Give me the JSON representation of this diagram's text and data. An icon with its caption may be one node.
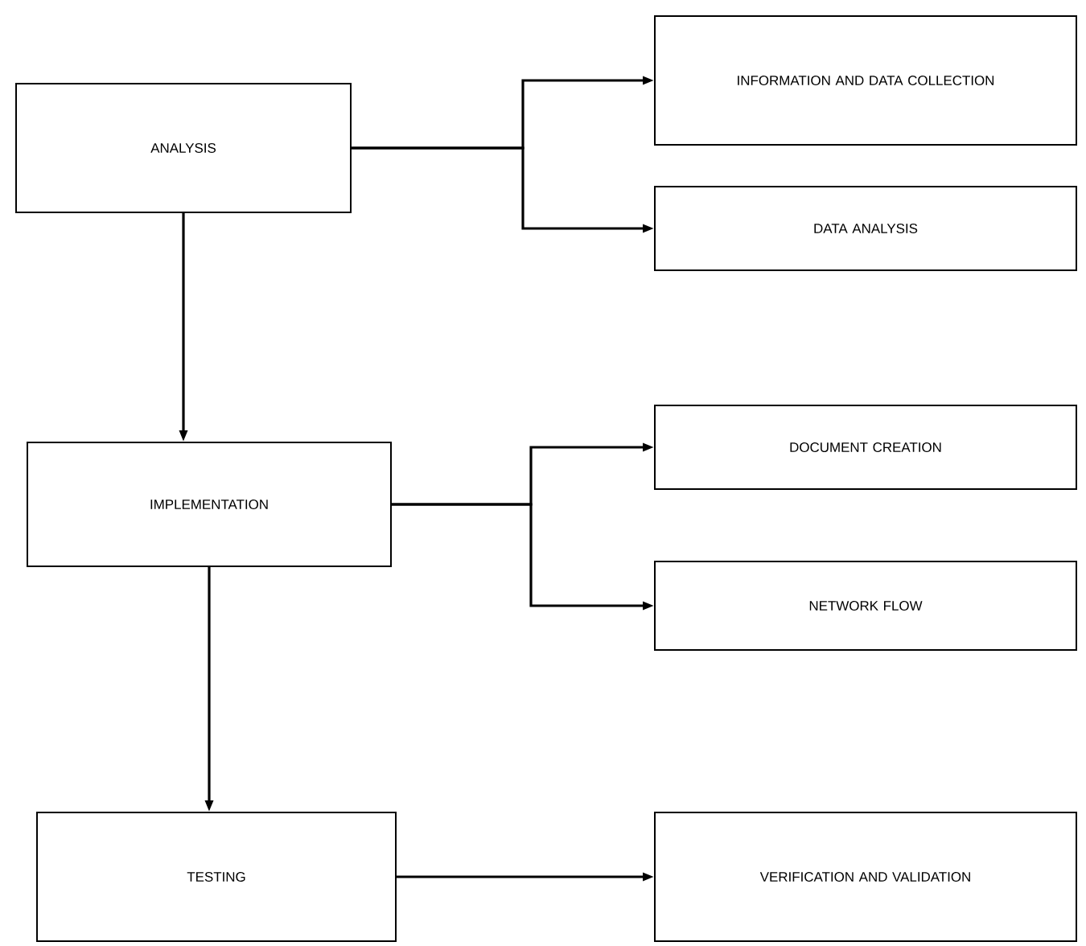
{
  "diagram": {
    "nodes": [
      {
        "text": [
          "ANALYSIS"
        ]
      },
      {
        "text": [
          "INFORMATION AND DATA COLLECTION"
        ]
      },
      {
        "text": [
          "DATA ANALYSIS"
        ]
      },
      {
        "text": [
          "IMPLEMENTATION"
        ]
      },
      {
        "text": [
          "DOCUMENT CREATION"
        ]
      },
      {
        "text": [
          "NETWORK FLOW"
        ]
      },
      {
        "text": [
          "TESTING"
        ]
      },
      {
        "text": [
          "VERIFICATION AND VALIDATION"
        ]
      }
    ],
    "edges": [
      {
        "from": 0,
        "to": 1,
        "arrow": "to"
      },
      {
        "from": 0,
        "to": 2,
        "arrow": "to"
      },
      {
        "from": 0,
        "to": 3,
        "arrow": "to"
      },
      {
        "from": 3,
        "to": 4,
        "arrow": "to"
      },
      {
        "from": 3,
        "to": 5,
        "arrow": "to"
      },
      {
        "from": 3,
        "to": 6,
        "arrow": "to"
      },
      {
        "from": 6,
        "to": 7,
        "arrow": "to"
      }
    ]
  }
}
